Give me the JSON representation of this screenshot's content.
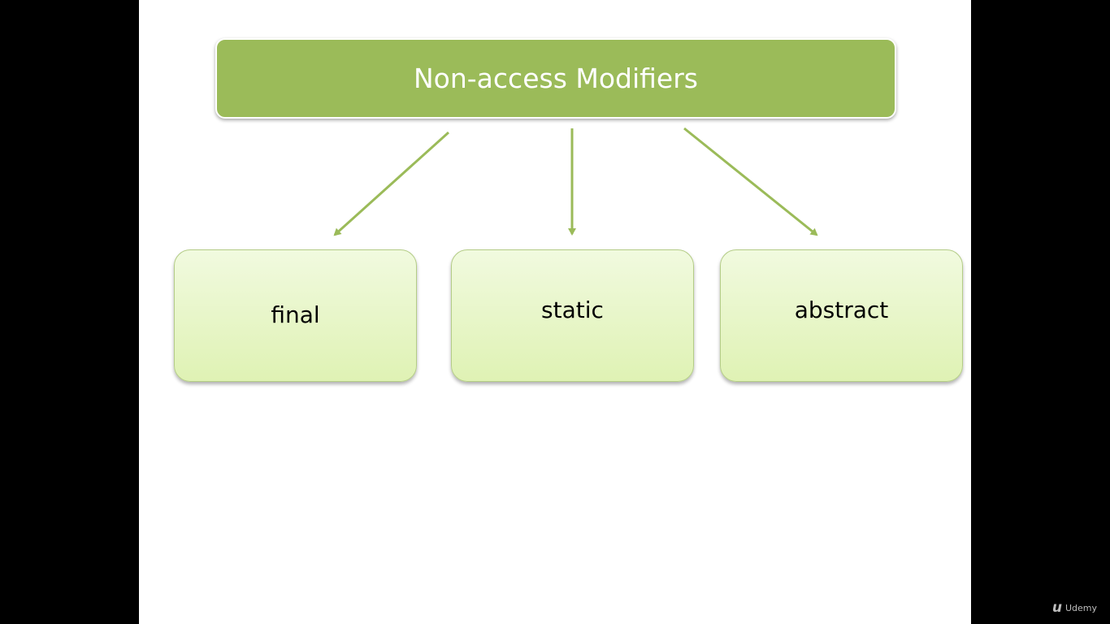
{
  "diagram": {
    "title": "Non-access Modifiers",
    "children": [
      {
        "label": "final"
      },
      {
        "label": "static"
      },
      {
        "label": "abstract"
      }
    ]
  },
  "colors": {
    "title_fill": "#9bbb59",
    "child_fill_top": "#f1fadf",
    "child_fill_bottom": "#dff2b4",
    "arrow": "#9bbb59"
  },
  "watermark": {
    "icon": "udemy-logo-icon",
    "text": "Udemy"
  }
}
